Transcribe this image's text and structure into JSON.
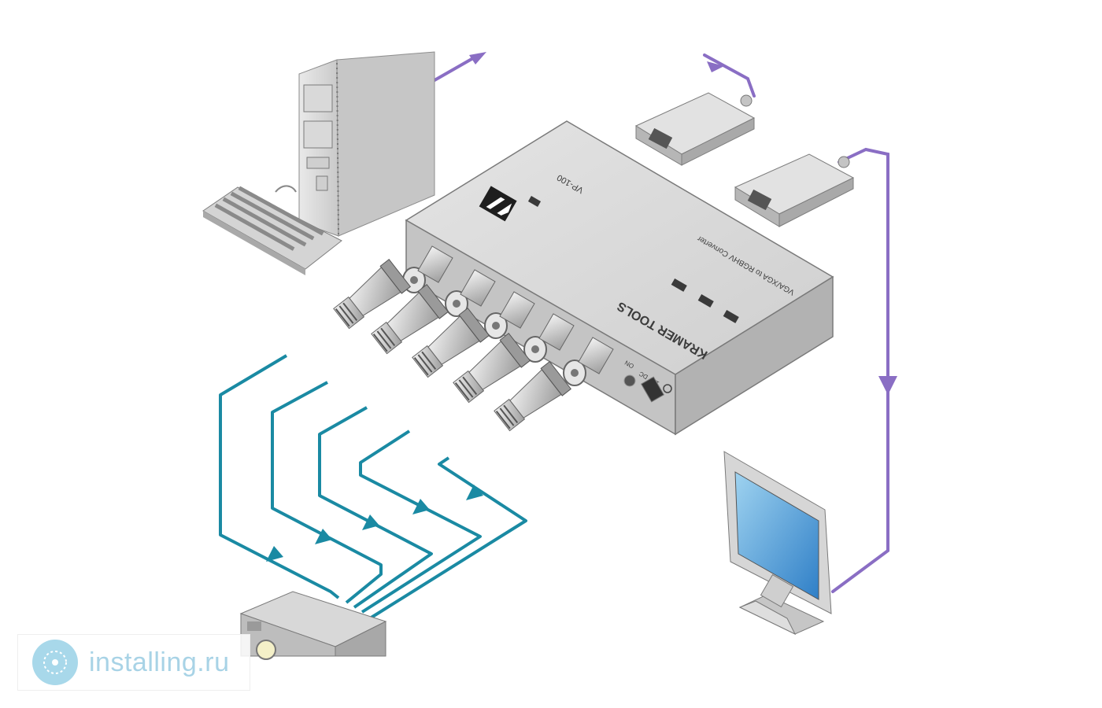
{
  "device": {
    "brand": "KRAMER TOOLS",
    "model": "VP-100",
    "description": "VGA/XGA to RGBHV Converter",
    "power_label": "12V DC",
    "on_label": "ON"
  },
  "watermark": {
    "text": "installing.ru"
  },
  "colors": {
    "vga_cable": "#8a6ec4",
    "bnc_cable": "#1a8aa3",
    "device_body": "#d6d6d6",
    "background": "#ffffff"
  }
}
